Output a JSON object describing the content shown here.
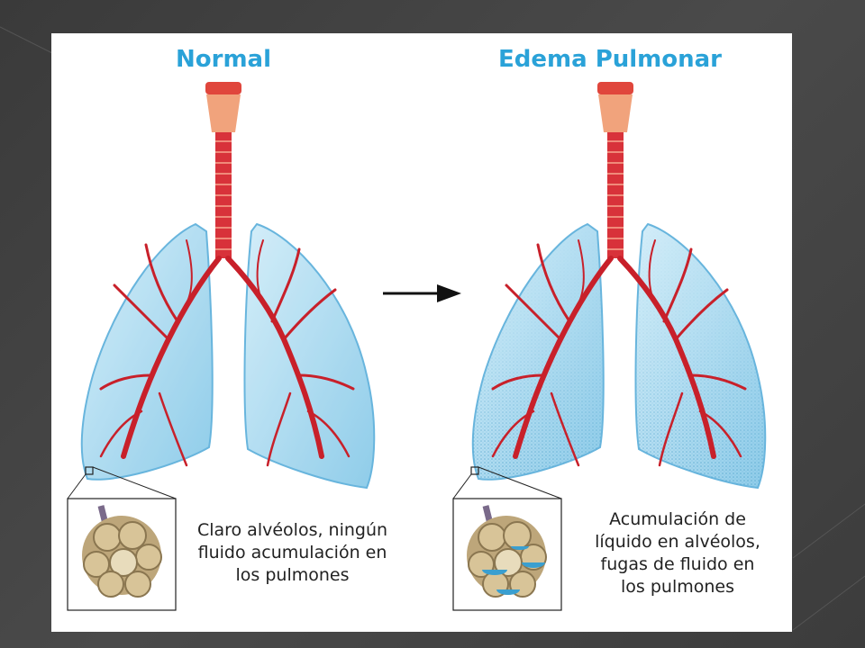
{
  "titles": {
    "normal": "Normal",
    "edema": "Edema Pulmonar"
  },
  "captions": {
    "normal": [
      "Claro alvéolos, ningún",
      "fluido acumulación en",
      "los pulmones"
    ],
    "edema": [
      "Acumulación de",
      "líquido en alvéolos,",
      "fugas de fluido en",
      "los pulmones"
    ]
  },
  "colors": {
    "title": "#2aa2d8",
    "lung": "#9fd8f0",
    "vessel": "#c8202a",
    "trachea": "#d8323a",
    "fluid": "#3a9fd0"
  }
}
